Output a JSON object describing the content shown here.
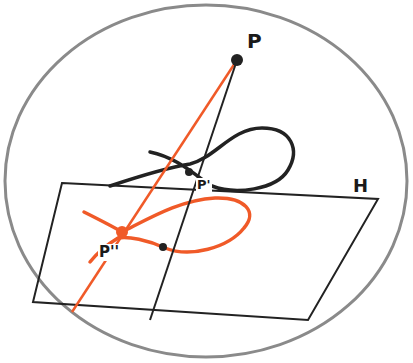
{
  "diagram": {
    "labels": [
      "P",
      "P'",
      "P''",
      "H"
    ]
  }
}
